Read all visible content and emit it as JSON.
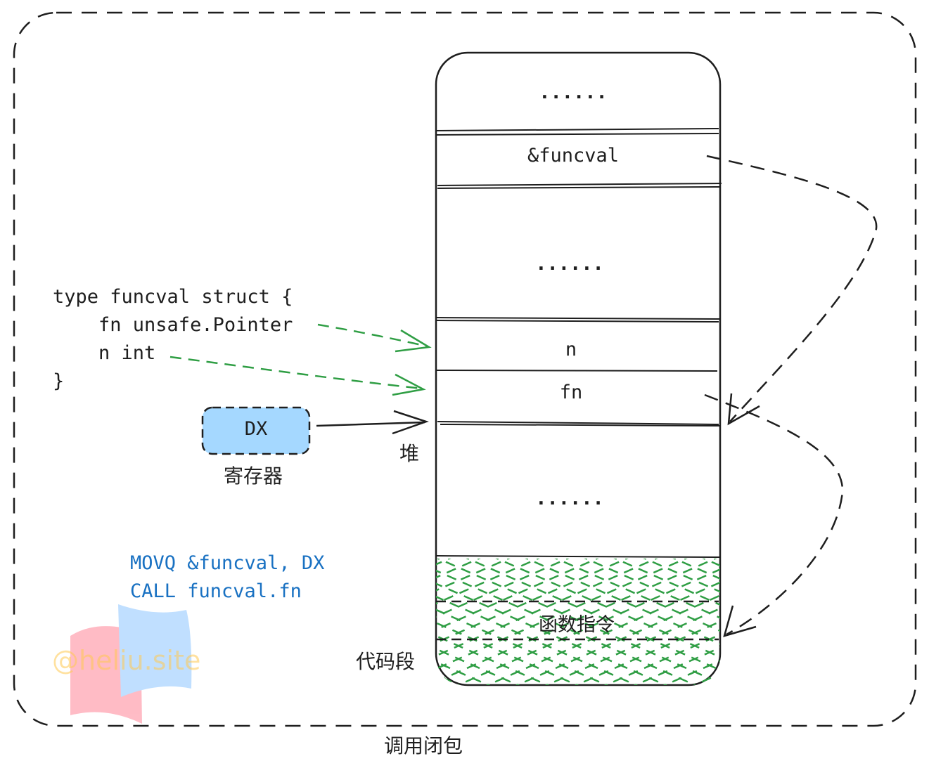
{
  "diagram": {
    "caption": "调用闭包",
    "code": {
      "lines": [
        "type funcval struct {",
        "    fn unsafe.Pointer",
        "    n int",
        "}"
      ]
    },
    "asm": {
      "lines": [
        "MOVQ &funcval, DX",
        "CALL funcval.fn"
      ]
    },
    "register": {
      "name": "DX",
      "label": "寄存器"
    },
    "heap_label": "堆",
    "code_segment_label": "代码段",
    "memory": {
      "cells": [
        {
          "label": "......"
        },
        {
          "label": "&funcval"
        },
        {
          "label": "......"
        },
        {
          "label": "n"
        },
        {
          "label": "fn"
        },
        {
          "label": "......"
        },
        {
          "label": "函数指令"
        }
      ]
    },
    "watermark": "@heliu.site",
    "colors": {
      "stroke": "#1e1e1e",
      "green_arrow": "#2f9e44",
      "register_fill": "#a5d8ff",
      "asm_text": "#1971c2",
      "hatch": "#2f9e44"
    }
  }
}
